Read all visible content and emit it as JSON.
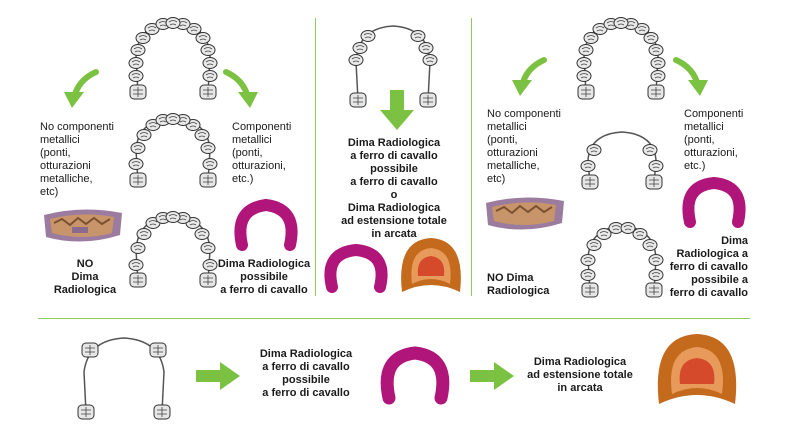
{
  "colors": {
    "accent_green": "#7cc242",
    "divider_green": "#8fca5a",
    "guide_magenta": "#b0157a"
  },
  "panel_left": {
    "no_metal_text": "No componenti\nmetallici\n(ponti,\notturazioni\nmetalliche,\netc)",
    "metal_text": "Componenti\nmetallici\n(ponti,\notturazioni,\netc.)",
    "no_guide_label": "NO\nDima\nRadiologica",
    "horseshoe_label": "Dima Radiologica\npossibile\na ferro di cavallo"
  },
  "panel_middle": {
    "options_text": "Dima Radiologica\na ferro di cavallo\npossibile\na ferro di cavallo\no\nDima Radiologica\nad estensione totale\nin arcata"
  },
  "panel_right": {
    "no_metal_text": "No componenti\nmetallici\n(ponti,\notturazioni\nmetalliche,\netc)",
    "metal_text": "Componenti\nmetallici\n(ponti,\notturazioni,\netc.)",
    "no_guide_label": "NO Dima\nRadiologica",
    "horseshoe_label": "Dima\nRadiologica a\nferro di cavallo\npossibile a\nferro di cavallo"
  },
  "bottom_row": {
    "horseshoe_text": "Dima Radiologica\na ferro di cavallo\npossibile\na ferro di cavallo",
    "full_arch_text": "Dima Radiologica\nad estensione totale\nin arcata"
  }
}
